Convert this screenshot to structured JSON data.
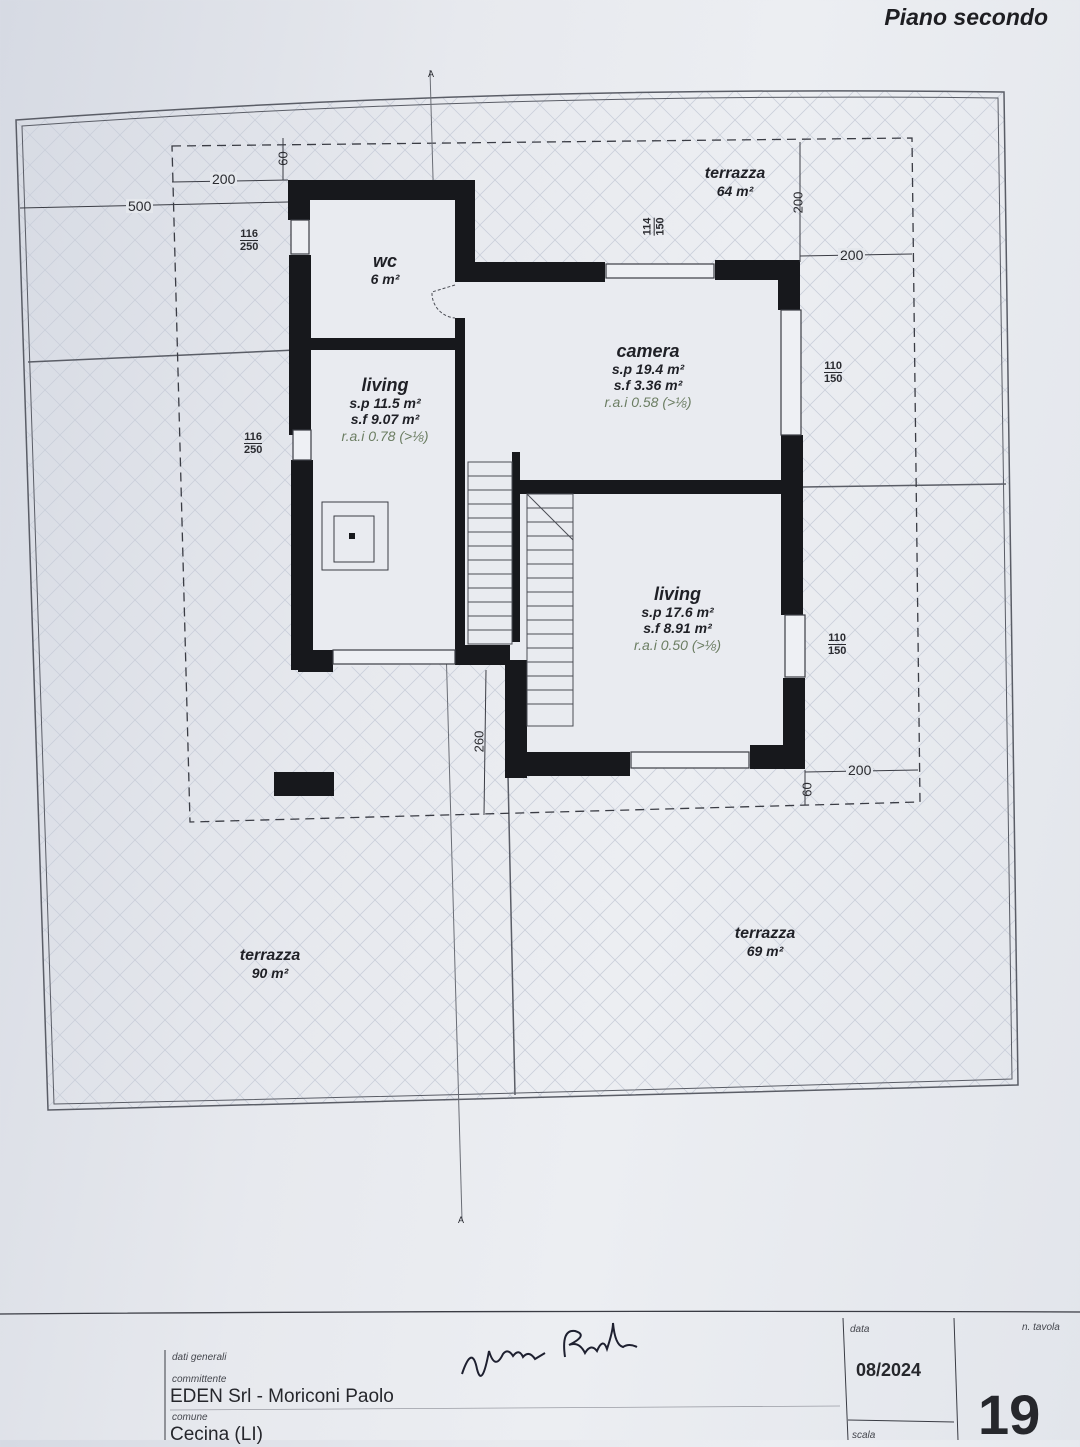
{
  "sheet_title": "Piano secondo",
  "rooms": {
    "wc": {
      "name": "wc",
      "area": "6 m²"
    },
    "living_left": {
      "name": "living",
      "sp": "s.p 11.5 m²",
      "sf": "s.f 9.07 m²",
      "rai": "r.a.i 0.78 (>⅛)"
    },
    "camera": {
      "name": "camera",
      "sp": "s.p 19.4 m²",
      "sf": "s.f 3.36 m²",
      "rai": "r.a.i 0.58 (>⅛)"
    },
    "living_right": {
      "name": "living",
      "sp": "s.p 17.6 m²",
      "sf": "s.f 8.91 m²",
      "rai": "r.a.i 0.50 (>⅛)"
    }
  },
  "terraces": {
    "top": {
      "name": "terrazza",
      "area": "64 m²"
    },
    "bottom_left": {
      "name": "terrazza",
      "area": "90 m²"
    },
    "bottom_right": {
      "name": "terrazza",
      "area": "69 m²"
    }
  },
  "dimensions": {
    "d200_top": "200",
    "d500": "500",
    "d60_top": "60",
    "d200_vert": "200",
    "d200_right": "200",
    "d260": "260",
    "d200_bottom": "200",
    "d60_bottom": "60",
    "win_top": {
      "a": "114",
      "b": "150"
    },
    "win_wc": {
      "a": "116",
      "b": "250"
    },
    "win_living": {
      "a": "116",
      "b": "250"
    },
    "win_camera": {
      "a": "110",
      "b": "150"
    },
    "win_living_r": {
      "a": "110",
      "b": "150"
    }
  },
  "section_marker": "A",
  "title_block": {
    "dati_generali_label": "dati generali",
    "committente_label": "committente",
    "committente_value": "EDEN Srl - Moriconi Paolo",
    "comune_label": "comune",
    "comune_value": "Cecina (LI)",
    "data_label": "data",
    "data_value": "08/2024",
    "scala_label": "scala",
    "tavola_label": "n. tavola",
    "tavola_value": "19",
    "signature": "Moriconi Paolo"
  }
}
